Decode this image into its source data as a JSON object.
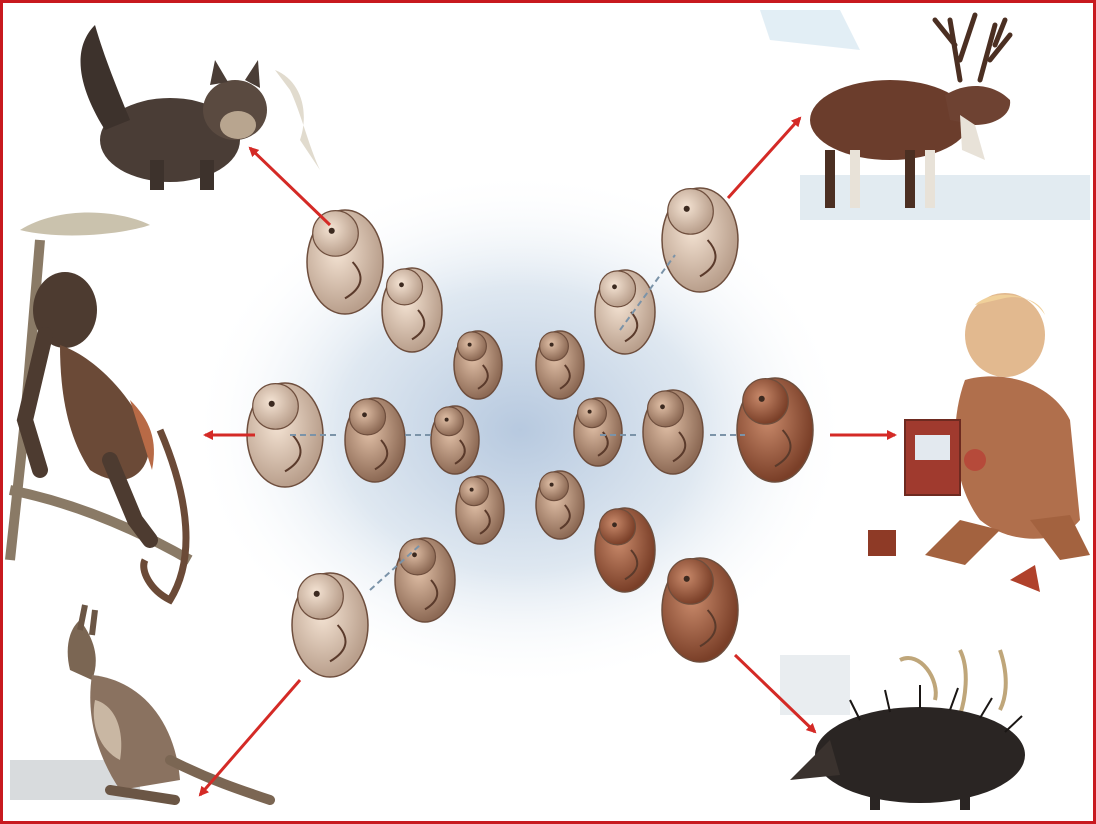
{
  "figure": {
    "frame_color": "#c8191f",
    "arrow_color": "#d42a26",
    "center_glow": "#c9d6e6"
  },
  "animals": [
    {
      "id": "cat",
      "icon": "cat-icon"
    },
    {
      "id": "reindeer",
      "icon": "reindeer-icon"
    },
    {
      "id": "monkey",
      "icon": "monkey-icon"
    },
    {
      "id": "child",
      "icon": "child-with-blocks-icon"
    },
    {
      "id": "kangaroo",
      "icon": "kangaroo-icon"
    },
    {
      "id": "hedgehog",
      "icon": "hedgehog-icon"
    }
  ],
  "embryo_series": [
    {
      "animal": "cat",
      "stages": 3
    },
    {
      "animal": "reindeer",
      "stages": 3
    },
    {
      "animal": "monkey",
      "stages": 3
    },
    {
      "animal": "child",
      "stages": 3
    },
    {
      "animal": "kangaroo",
      "stages": 3
    },
    {
      "animal": "hedgehog",
      "stages": 3
    }
  ]
}
